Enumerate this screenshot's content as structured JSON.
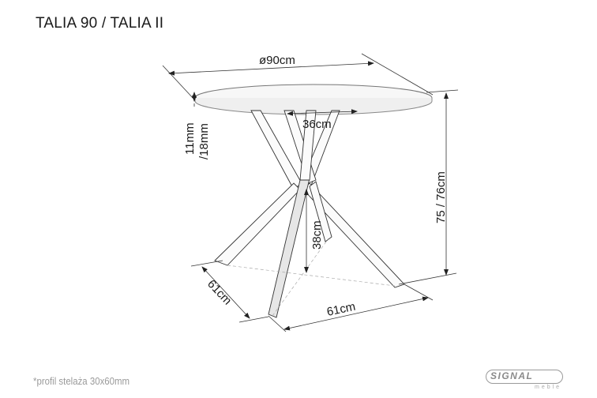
{
  "header": {
    "title": "TALIA 90 / TALIA II"
  },
  "dimensions": {
    "diameter": "ø90cm",
    "top_thickness": "11mm",
    "top_thickness_alt": "/18mm",
    "frame_top_width": "36cm",
    "total_height": "75 / 76cm",
    "cross_height": "38cm",
    "base_depth": "61cm",
    "base_width": "61cm"
  },
  "footer": {
    "note": "*profil stelaża 30x60mm",
    "brand": "SIGNAL",
    "brand_sub": "meble"
  },
  "colors": {
    "line": "#2a2a2a",
    "dim_line": "#3a3a3a",
    "muted_text": "#9a9a9a"
  }
}
